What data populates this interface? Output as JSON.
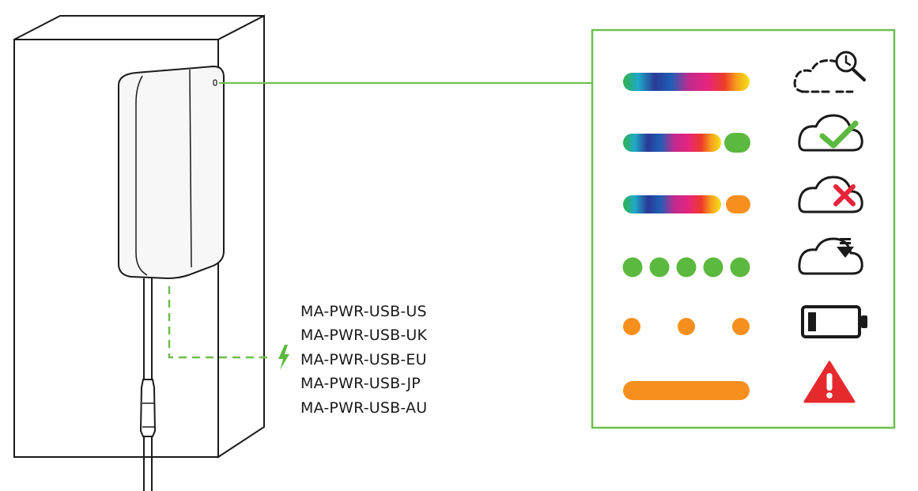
{
  "diagram": {
    "power_supply_models": [
      "MA-PWR-USB-US",
      "MA-PWR-USB-UK",
      "MA-PWR-USB-EU",
      "MA-PWR-USB-JP",
      "MA-PWR-USB-AU"
    ],
    "led_legend": [
      {
        "pattern": "rainbow-bar",
        "icon": "cloud-search-icon",
        "meaning_color": "#000000"
      },
      {
        "pattern": "rainbow-bar-with-green-dot",
        "icon": "cloud-check-icon",
        "meaning_color": "#5cb93f"
      },
      {
        "pattern": "rainbow-bar-with-orange-dot",
        "icon": "cloud-error-icon",
        "meaning_color": "#e8243a"
      },
      {
        "pattern": "five-green-dots",
        "icon": "cloud-download-icon",
        "meaning_color": "#5cb93f"
      },
      {
        "pattern": "three-orange-dots",
        "icon": "low-battery-icon",
        "meaning_color": "#f5901e"
      },
      {
        "pattern": "solid-orange-bar",
        "icon": "warning-icon",
        "meaning_color": "#e52a2e"
      }
    ],
    "colors": {
      "frame_green": "#6cbf4b",
      "status_green": "#5cb93f",
      "status_orange": "#f5901e",
      "error_red": "#e8243a",
      "outline": "#1a1a1a"
    }
  }
}
